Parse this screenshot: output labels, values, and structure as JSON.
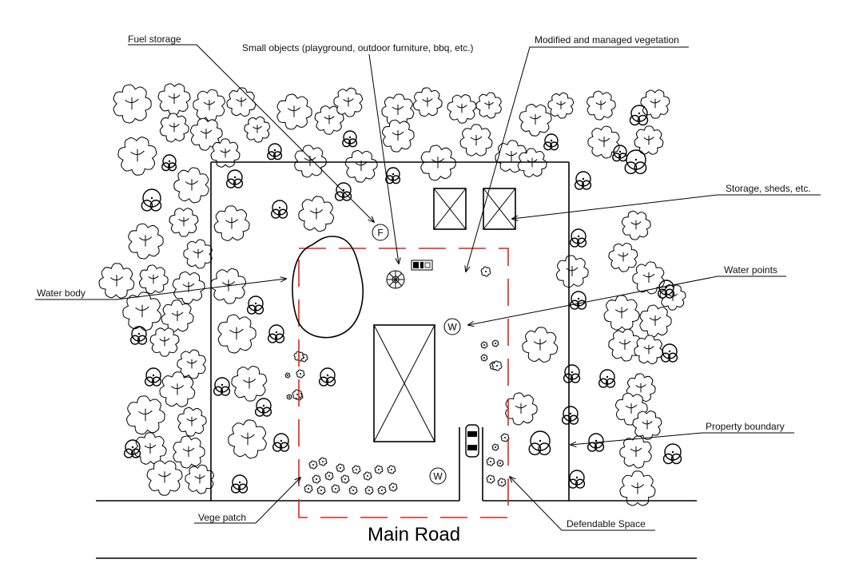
{
  "labels": {
    "fuel_storage": "Fuel storage",
    "small_objects": "Small objects (playground, outdoor furniture, bbq, etc.)",
    "vegetation": "Modified and managed vegetation",
    "storage_sheds": "Storage, sheds, etc.",
    "water_points": "Water points",
    "water_body": "Water body",
    "property_boundary": "Property boundary",
    "vege_patch": "Vege patch",
    "defendable_space": "Defendable Space",
    "main_road": "Main Road"
  },
  "symbols": {
    "fuel": "F",
    "water_point_1": "W",
    "water_point_2": "W"
  },
  "colors": {
    "defendable_space_line": "#e2231a",
    "ink": "#000000"
  },
  "icons": [
    "tree-icon",
    "shrub-icon",
    "car-icon",
    "playground-icon",
    "bbq-icon"
  ]
}
